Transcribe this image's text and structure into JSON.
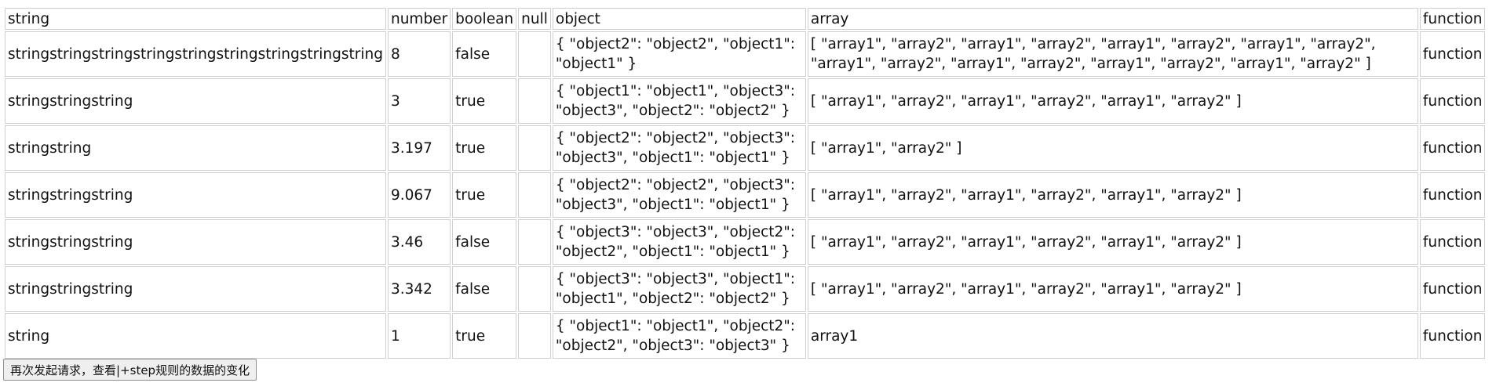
{
  "table": {
    "headers": [
      "string",
      "number",
      "boolean",
      "null",
      "object",
      "array",
      "function"
    ],
    "rows": [
      {
        "string": "stringstringstringstringstringstringstringstringstring",
        "number": "8",
        "boolean": "false",
        "null": "",
        "object": "{ \"object2\": \"object2\", \"object1\": \"object1\" }",
        "array": "[ \"array1\", \"array2\", \"array1\", \"array2\", \"array1\", \"array2\", \"array1\", \"array2\", \"array1\", \"array2\", \"array1\", \"array2\", \"array1\", \"array2\", \"array1\", \"array2\" ]",
        "function": "function"
      },
      {
        "string": "stringstringstring",
        "number": "3",
        "boolean": "true",
        "null": "",
        "object": "{ \"object1\": \"object1\", \"object3\": \"object3\", \"object2\": \"object2\" }",
        "array": "[ \"array1\", \"array2\", \"array1\", \"array2\", \"array1\", \"array2\" ]",
        "function": "function"
      },
      {
        "string": "stringstring",
        "number": "3.197",
        "boolean": "true",
        "null": "",
        "object": "{ \"object2\": \"object2\", \"object3\": \"object3\", \"object1\": \"object1\" }",
        "array": "[ \"array1\", \"array2\" ]",
        "function": "function"
      },
      {
        "string": "stringstringstring",
        "number": "9.067",
        "boolean": "true",
        "null": "",
        "object": "{ \"object2\": \"object2\", \"object3\": \"object3\", \"object1\": \"object1\" }",
        "array": "[ \"array1\", \"array2\", \"array1\", \"array2\", \"array1\", \"array2\" ]",
        "function": "function"
      },
      {
        "string": "stringstringstring",
        "number": "3.46",
        "boolean": "false",
        "null": "",
        "object": "{ \"object3\": \"object3\", \"object2\": \"object2\", \"object1\": \"object1\" }",
        "array": "[ \"array1\", \"array2\", \"array1\", \"array2\", \"array1\", \"array2\" ]",
        "function": "function"
      },
      {
        "string": "stringstringstring",
        "number": "3.342",
        "boolean": "false",
        "null": "",
        "object": "{ \"object3\": \"object3\", \"object1\": \"object1\", \"object2\": \"object2\" }",
        "array": "[ \"array1\", \"array2\", \"array1\", \"array2\", \"array1\", \"array2\" ]",
        "function": "function"
      },
      {
        "string": "string",
        "number": "1",
        "boolean": "true",
        "null": "",
        "object": "{ \"object1\": \"object1\", \"object2\": \"object2\", \"object3\": \"object3\" }",
        "array": "array1",
        "function": "function"
      }
    ]
  },
  "button": {
    "label": "再次发起请求，查看|+step规则的数据的变化"
  }
}
